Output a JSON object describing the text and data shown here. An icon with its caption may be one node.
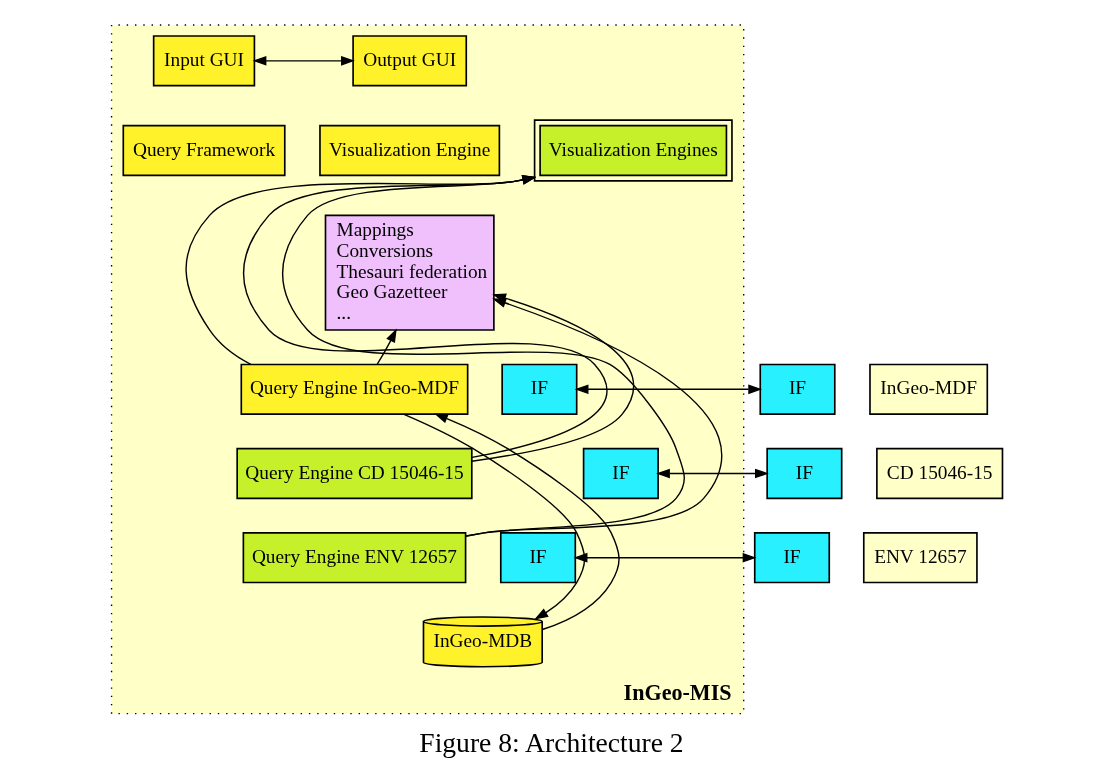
{
  "diagram": {
    "caption": "Figure 8: Architecture 2",
    "nodes": [
      {
        "text": [
          "InGeo-MIS"
        ]
      },
      {
        "text": [
          "Input GUI"
        ],
        "in": 0
      },
      {
        "text": [
          "Query Framework"
        ],
        "in": 0
      },
      {
        "text": [
          "Output GUI"
        ],
        "in": 0
      },
      {
        "text": [
          "Visualization Engines"
        ],
        "in": 0
      },
      {
        "text": [
          "Visualization Engine"
        ],
        "in": 0
      },
      {
        "text": [
          "Mappings",
          "Conversions",
          "Thesauri federation",
          "Geo Gazetteer",
          "..."
        ],
        "in": 0
      },
      {
        "text": [
          "Query Engine InGeo-MDF"
        ],
        "in": 0
      },
      {
        "text": [
          "IF"
        ],
        "in": 0
      },
      {
        "text": [
          "Query Engine CD 15046-15"
        ],
        "in": 0
      },
      {
        "text": [
          "IF"
        ],
        "in": 0
      },
      {
        "text": [
          "Query Engine ENV 12657"
        ],
        "in": 0
      },
      {
        "text": [
          "IF"
        ],
        "in": 0
      },
      {
        "text": [
          "InGeo-MDB"
        ],
        "in": 0
      },
      {
        "text": [
          "IF"
        ]
      },
      {
        "text": [
          "InGeo-MDF"
        ]
      },
      {
        "text": [
          "IF"
        ]
      },
      {
        "text": [
          "CD 15046-15"
        ]
      },
      {
        "text": [
          "IF"
        ]
      },
      {
        "text": [
          "ENV 12657"
        ]
      }
    ],
    "edges": [
      {
        "from": 1,
        "to": 3,
        "arrow": "both"
      },
      {
        "from": 11,
        "to": 4,
        "arrow": "to"
      },
      {
        "from": 11,
        "to": 6,
        "arrow": "to"
      },
      {
        "from": 9,
        "to": 4,
        "arrow": "to"
      },
      {
        "from": 9,
        "to": 6,
        "arrow": "to"
      },
      {
        "from": 7,
        "to": 4,
        "arrow": "to"
      },
      {
        "from": 7,
        "to": 6,
        "arrow": "to"
      },
      {
        "from": 7,
        "to": 13,
        "arrow": "to"
      },
      {
        "from": 13,
        "to": 7,
        "arrow": "to"
      },
      {
        "from": 8,
        "to": 14,
        "arrow": "both"
      },
      {
        "from": 10,
        "to": 16,
        "arrow": "both"
      },
      {
        "from": 12,
        "to": 18,
        "arrow": "both"
      }
    ]
  }
}
